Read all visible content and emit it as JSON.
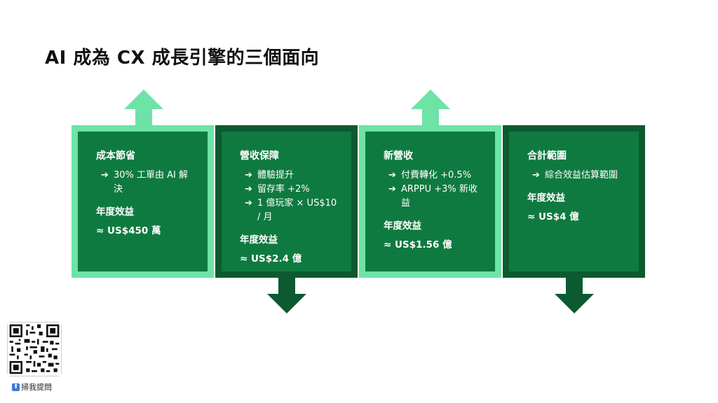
{
  "slide": {
    "title": "AI 成為 CX 成長引擎的三個面向"
  },
  "colors": {
    "light_green": "#6ee3a6",
    "dark_green": "#0c5a30",
    "panel_green": "#0f7a40"
  },
  "panels": [
    {
      "heading": "成本節省",
      "bullets": [
        "30% 工單由 AI 解決"
      ],
      "benefit_label": "年度效益",
      "benefit_value": "≈ US$450 萬",
      "frame": "light",
      "arrow": "up"
    },
    {
      "heading": "營收保障",
      "bullets": [
        "體驗提升",
        "留存率 +2%",
        "1 億玩家 × US$10 / 月"
      ],
      "benefit_label": "年度效益",
      "benefit_value": "≈ US$2.4 億",
      "frame": "dark",
      "arrow": "down"
    },
    {
      "heading": "新營收",
      "bullets": [
        "付費轉化 +0.5%",
        "ARPPU +3% 新收益"
      ],
      "benefit_label": "年度效益",
      "benefit_value": "≈ US$1.56 億",
      "frame": "light",
      "arrow": "up"
    },
    {
      "heading": "合計範圍",
      "bullets": [
        "綜合效益估算範圍"
      ],
      "benefit_label": "年度效益",
      "benefit_value": "≈ US$4 億",
      "frame": "dark",
      "arrow": "down"
    }
  ],
  "bullet_icon": "➔",
  "qr": {
    "icon": "qr-code-icon",
    "caption": "掃我提問",
    "badge": "⬆"
  }
}
